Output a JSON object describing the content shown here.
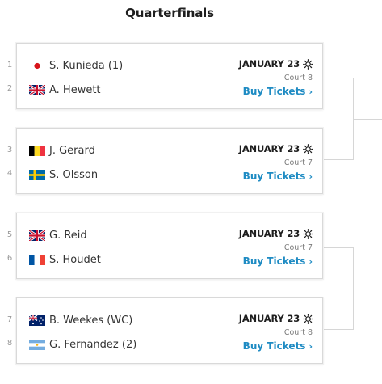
{
  "round_title": "Quarterfinals",
  "matches": [
    {
      "p1": {
        "seed": "1",
        "name": "S. Kunieda (1)",
        "flag": "japan-flag"
      },
      "p2": {
        "seed": "2",
        "name": "A. Hewett",
        "flag": "uk-flag"
      },
      "date": "JANUARY 23",
      "weather_icon": "sun-icon",
      "court": "Court 8",
      "tickets": "Buy Tickets"
    },
    {
      "p1": {
        "seed": "3",
        "name": "J. Gerard",
        "flag": "belgium-flag"
      },
      "p2": {
        "seed": "4",
        "name": "S. Olsson",
        "flag": "sweden-flag"
      },
      "date": "JANUARY 23",
      "weather_icon": "sun-icon",
      "court": "Court 7",
      "tickets": "Buy Tickets"
    },
    {
      "p1": {
        "seed": "5",
        "name": "G. Reid",
        "flag": "uk-flag"
      },
      "p2": {
        "seed": "6",
        "name": "S. Houdet",
        "flag": "france-flag"
      },
      "date": "JANUARY 23",
      "weather_icon": "sun-icon",
      "court": "Court 7",
      "tickets": "Buy Tickets"
    },
    {
      "p1": {
        "seed": "7",
        "name": "B. Weekes (WC)",
        "flag": "australia-flag"
      },
      "p2": {
        "seed": "8",
        "name": "G. Fernandez (2)",
        "flag": "argentina-flag"
      },
      "date": "JANUARY 23",
      "weather_icon": "sun-icon",
      "court": "Court 8",
      "tickets": "Buy Tickets"
    }
  ],
  "colors": {
    "link": "#1e8bc3",
    "border": "#d9d9d9",
    "seed": "#9a9a9a"
  }
}
